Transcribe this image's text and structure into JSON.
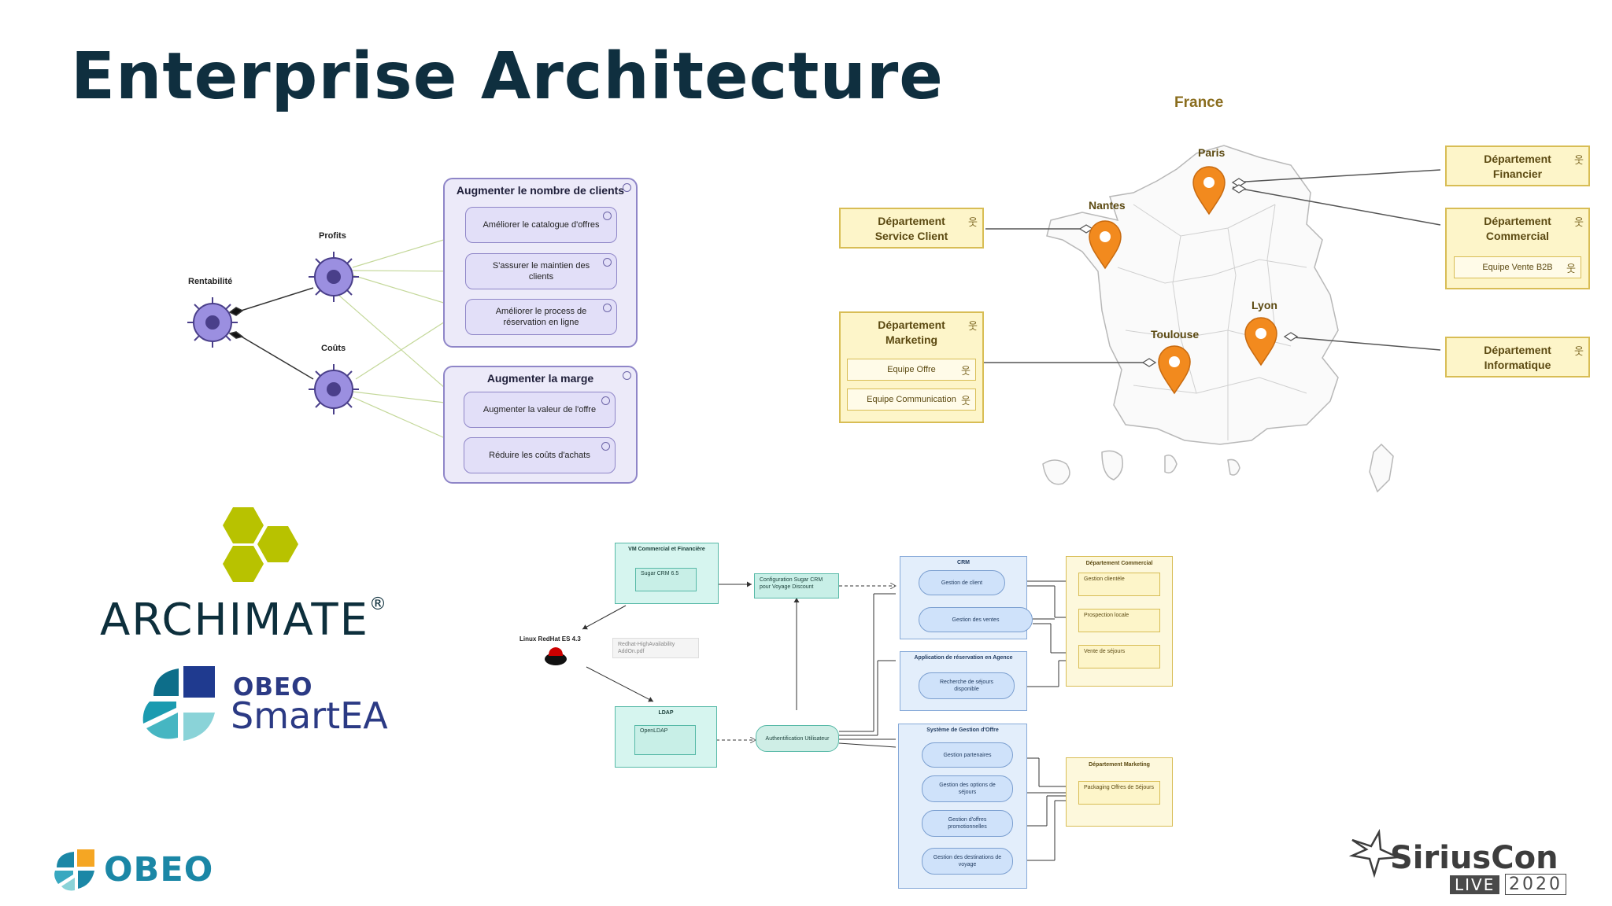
{
  "slide": {
    "title": "Enterprise Architecture"
  },
  "motivation": {
    "drivers": {
      "rentabilite": "Rentabilité",
      "profits": "Profits",
      "couts": "Coûts"
    },
    "groups": [
      {
        "title": "Augmenter le nombre de clients",
        "goals": [
          "Améliorer le catalogue d'offres",
          "S'assurer le maintien des clients",
          "Améliorer le process de réservation en ligne"
        ]
      },
      {
        "title": "Augmenter la marge",
        "goals": [
          "Augmenter la valeur de l'offre",
          "Réduire les coûts d'achats"
        ]
      }
    ]
  },
  "map": {
    "country": "France",
    "cities": {
      "paris": "Paris",
      "nantes": "Nantes",
      "lyon": "Lyon",
      "toulouse": "Toulouse"
    },
    "departments": {
      "financier": "Département Financier",
      "commercial": "Département Commercial",
      "service_client": "Département Service Client",
      "marketing": "Département Marketing",
      "informatique": "Département Informatique"
    },
    "teams": {
      "vente_b2b": "Equipe Vente B2B",
      "offre": "Equipe Offre",
      "communication": "Equipe Communication"
    },
    "pin_color": "#f28a1e"
  },
  "technology": {
    "vm": "VM Commercial et Financière",
    "sugar": "Sugar CRM 6.5",
    "config": "Configuration Sugar CRM pour Voyage Discount",
    "linux": "Linux RedHat ES 4.3",
    "redhat_addon": "Redhat-HighAvailability AddOn.pdf",
    "ldap": "LDAP",
    "openldap": "OpenLDAP",
    "auth": "Authentification Utilisateur"
  },
  "applications": {
    "crm": {
      "title": "CRM",
      "services": [
        "Gestion de client",
        "Gestion des ventes"
      ]
    },
    "reservation": {
      "title": "Application de réservation en Agence",
      "services": [
        "Recherche de séjours disponible"
      ]
    },
    "offre": {
      "title": "Système de Gestion d'Offre",
      "services": [
        "Gestion partenaires",
        "Gestion des options de séjours",
        "Gestion d'offres promotionnelles",
        "Gestion des destinations de voyage"
      ]
    }
  },
  "business": {
    "commercial": {
      "title": "Département Commercial",
      "functions": [
        "Gestion clientèle",
        "Prospection locale",
        "Vente de séjours"
      ]
    },
    "marketing": {
      "title": "Département Marketing",
      "functions": [
        "Packaging Offres de Séjours"
      ]
    }
  },
  "logos": {
    "archimate": "ARCHIMATE",
    "archimate_reg": "®",
    "smartea_obeo": "OBEO",
    "smartea_name": "SmartEA",
    "obeo": "OBEO",
    "sirius": "SiriusCon",
    "sirius_live": "LIVE",
    "sirius_year": "2020"
  },
  "colors": {
    "title": "#0f2f3f",
    "goal": "#e2dff8",
    "dept": "#fdf5c9",
    "node": "#d6f5ef",
    "app": "#e3eefb",
    "archimate_hex": "#b8c200"
  }
}
